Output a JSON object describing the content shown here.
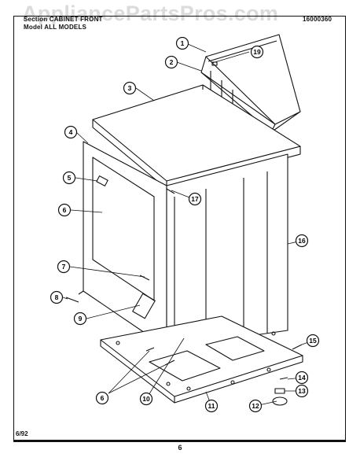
{
  "header": {
    "section_line": "Section CABINET FRONT",
    "model_line": "Model ALL MODELS",
    "doc_number": "16000360",
    "watermark": "AppliancePartsPros.com"
  },
  "footer": {
    "date": "6/92",
    "page_number": "6"
  },
  "callouts": [
    "1",
    "2",
    "3",
    "4",
    "5",
    "6",
    "7",
    "8",
    "9",
    "6",
    "10",
    "11",
    "12",
    "13",
    "14",
    "15",
    "16",
    "17",
    "19"
  ]
}
